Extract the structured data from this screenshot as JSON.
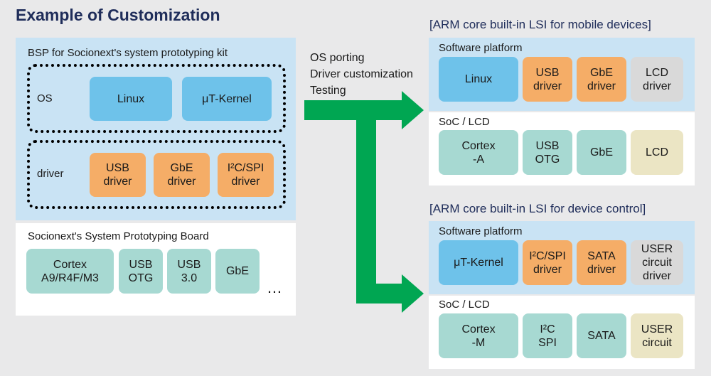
{
  "title": "Example of Customization",
  "left": {
    "bsp_title": "BSP for Socionext's system prototyping kit",
    "os_label": "OS",
    "os_boxes": [
      "Linux",
      "μT-Kernel"
    ],
    "driver_label": "driver",
    "driver_boxes": [
      "USB\ndriver",
      "GbE\ndriver",
      "I²C/SPI\ndriver"
    ],
    "board_title": "Socionext's System Prototyping Board",
    "board_boxes": [
      "Cortex\nA9/R4F/M3",
      "USB\nOTG",
      "USB\n3.0",
      "GbE"
    ],
    "ellipsis": "…"
  },
  "arrow_text": "OS porting\nDriver customization\nTesting",
  "mobile": {
    "title": "[ARM core built-in LSI for mobile devices]",
    "sw_title": "Software platform",
    "sw_boxes": [
      "Linux",
      "USB\ndriver",
      "GbE\ndriver",
      "LCD\ndriver"
    ],
    "soc_title": "SoC / LCD",
    "soc_boxes": [
      "Cortex\n-A",
      "USB\nOTG",
      "GbE",
      "LCD"
    ]
  },
  "control": {
    "title": "[ARM core built-in LSI for device control]",
    "sw_title": "Software platform",
    "sw_boxes": [
      "μT-Kernel",
      "I²C/SPI\ndriver",
      "SATA\ndriver",
      "USER\ncircuit\ndriver"
    ],
    "soc_title": "SoC / LCD",
    "soc_boxes": [
      "Cortex\n-M",
      "I²C\nSPI",
      "SATA",
      "USER\ncircuit"
    ]
  },
  "colors": {
    "software_panel": "#c9e3f4",
    "os_box": "#6ec2ea",
    "driver_box": "#f5ad67",
    "custom_driver_box": "#d9d9d9",
    "soc_box": "#a7d9d2",
    "custom_soc_box": "#ebe5c4",
    "arrow": "#00a652"
  }
}
